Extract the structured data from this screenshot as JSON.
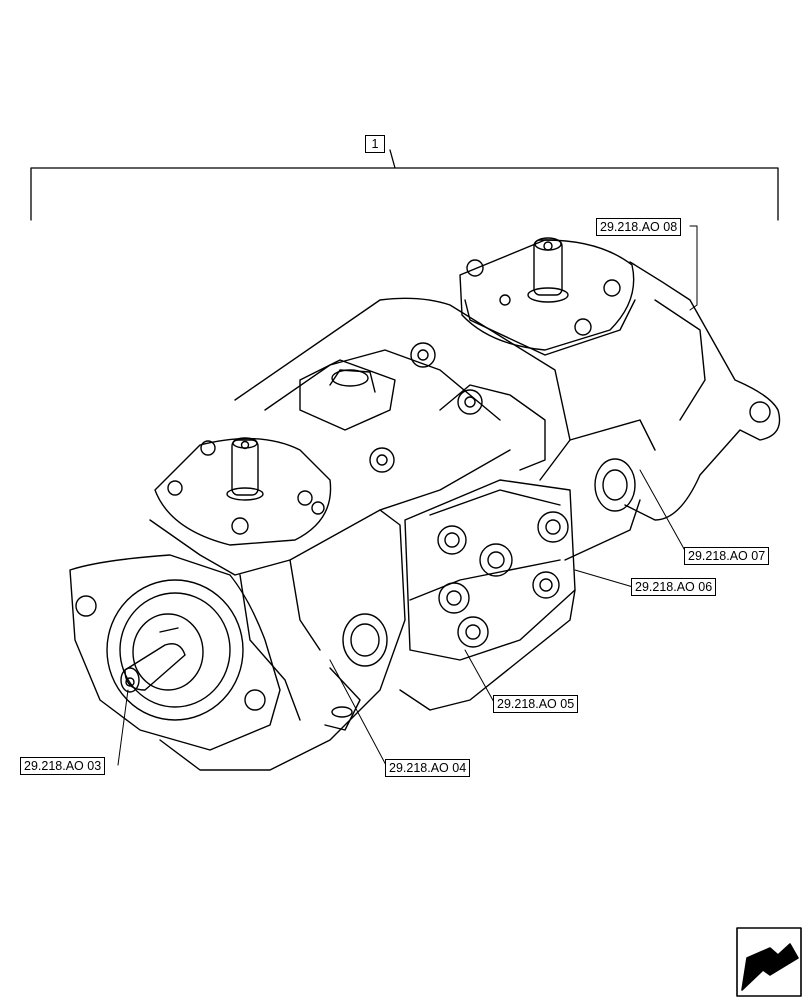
{
  "diagram": {
    "assembly_callout": "1",
    "callouts": {
      "ao03": "29.218.AO 03",
      "ao04": "29.218.AO 04",
      "ao05": "29.218.AO 05",
      "ao06": "29.218.AO 06",
      "ao07": "29.218.AO 07",
      "ao08": "29.218.AO 08"
    }
  },
  "navigation": {
    "icon": "next-page-arrow-icon"
  },
  "colors": {
    "line": "#000000",
    "background": "#ffffff"
  }
}
